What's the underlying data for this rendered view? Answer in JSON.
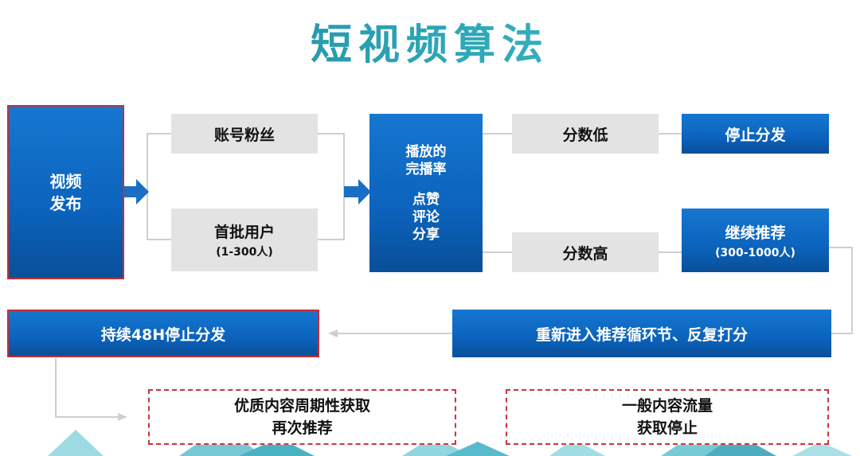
{
  "title": "短视频算法",
  "nodes": {
    "video_publish": {
      "line1": "视频",
      "line2": "发布"
    },
    "account_fans": "账号粉丝",
    "first_users": {
      "label": "首批用户",
      "sub": "(1-300人)"
    },
    "metrics": {
      "line1": "播放的",
      "line2": "完播率",
      "line3": "点赞",
      "line4": "评论",
      "line5": "分享"
    },
    "score_low": "分数低",
    "score_high": "分数高",
    "stop_distribution": "停止分发",
    "continue_recommend": {
      "label": "继续推荐",
      "sub": "(300-1000人)"
    },
    "re_enter_loop": "重新进入推荐循环节、反复打分",
    "continue_48h_stop": "持续48H停止分发",
    "quality_content": {
      "line1": "优质内容周期性获取",
      "line2": "再次推荐"
    },
    "normal_content": {
      "line1": "一般内容流量",
      "line2": "获取停止"
    }
  },
  "colors": {
    "blue": "#0b63bd",
    "gray_box": "#e3e3e3",
    "red_border": "#c0303a",
    "title_teal": "#2ea9b8",
    "connector": "#d0d0d0"
  }
}
